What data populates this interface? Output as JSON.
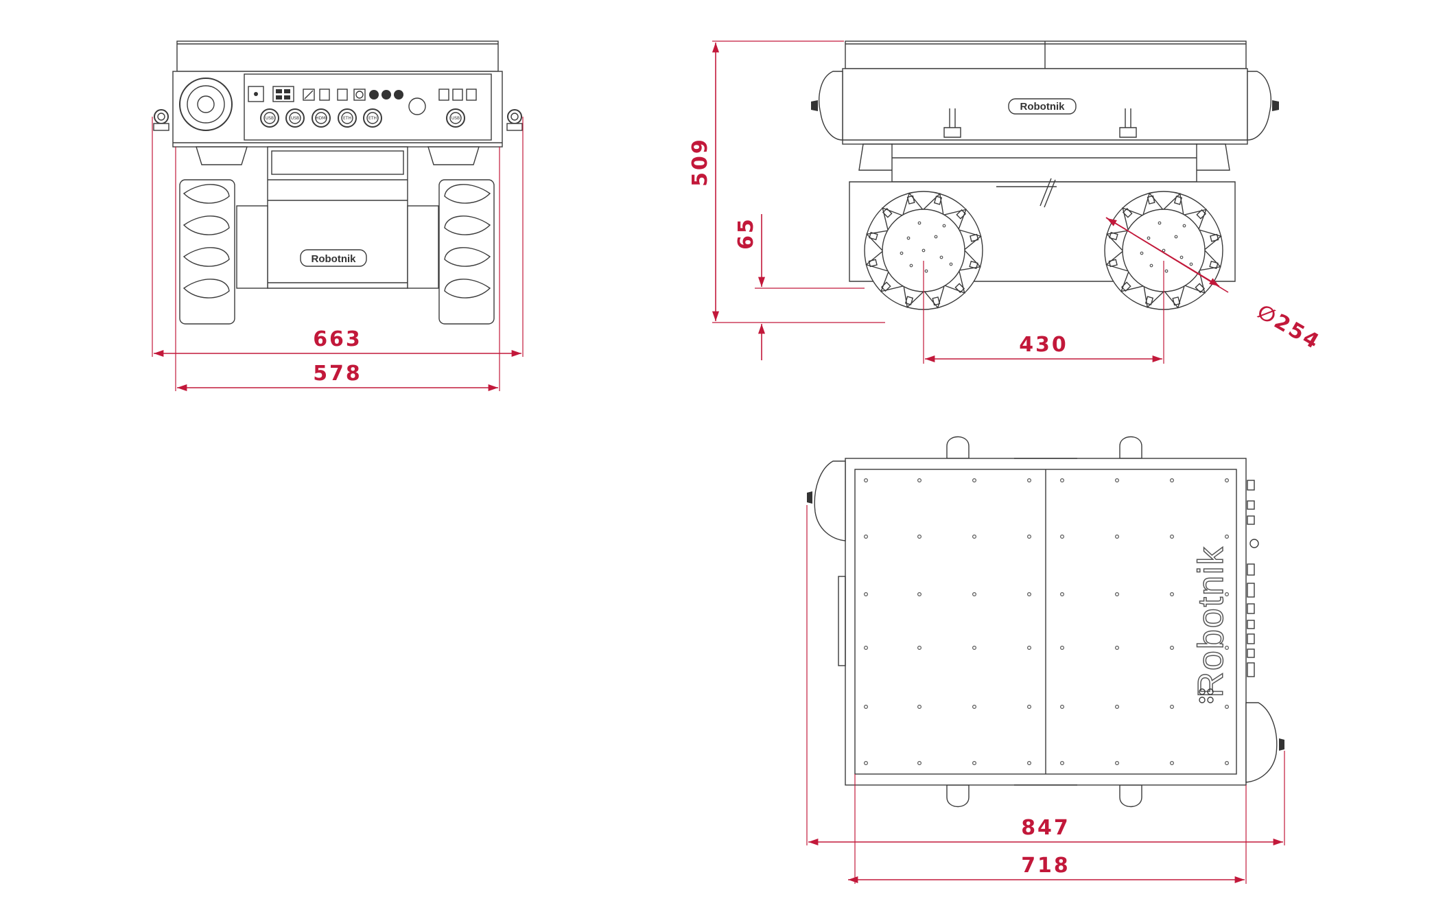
{
  "brand": {
    "logo_text": "Robotnik",
    "colors": {
      "dimension": "#c2183a",
      "line": "#3a3a3a"
    }
  },
  "front_view": {
    "dimensions": {
      "overall_width": "663",
      "body_width": "578"
    },
    "panel_labels": [
      "USB",
      "USB",
      "HDMI",
      "ETH",
      "ETH",
      "USB"
    ]
  },
  "side_view": {
    "dimensions": {
      "height": "509",
      "ground_clearance": "65",
      "wheelbase": "430",
      "wheel_diameter": "254"
    },
    "diameter_symbol": "∅"
  },
  "top_view": {
    "dimensions": {
      "overall_length": "847",
      "body_length": "718"
    }
  }
}
